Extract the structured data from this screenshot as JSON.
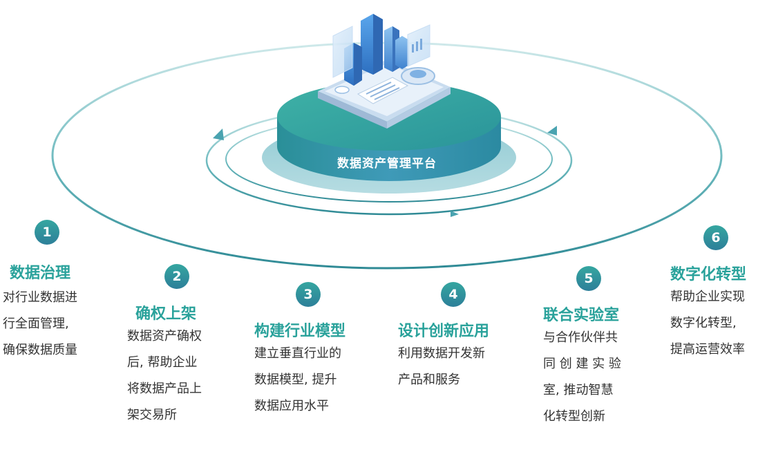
{
  "center": {
    "label": "数据资产管理平台"
  },
  "steps": [
    {
      "number": "1",
      "title": "数据治理",
      "lines": [
        "对行业数据进",
        "行全面管理,",
        "确保数据质量"
      ]
    },
    {
      "number": "2",
      "title": "确权上架",
      "lines": [
        "数据资产确权",
        "后, 帮助企业",
        "将数据产品上",
        "架交易所"
      ]
    },
    {
      "number": "3",
      "title": "构建行业模型",
      "lines": [
        "建立垂直行业的",
        "数据模型, 提升",
        "数据应用水平"
      ]
    },
    {
      "number": "4",
      "title": "设计创新应用",
      "lines": [
        "利用数据开发新",
        "产品和服务"
      ]
    },
    {
      "number": "5",
      "title": "联合实验室",
      "lines": [
        "与合作伙伴共",
        "同 创 建 实 验",
        "室, 推动智慧",
        "化转型创新"
      ]
    },
    {
      "number": "6",
      "title": "数字化转型",
      "lines": [
        "帮助企业实现",
        "数字化转型,",
        "提高运营效率"
      ]
    }
  ],
  "colors": {
    "accent": "#2aa29b",
    "ring": "#5fb3bc",
    "platform_top": "#2fa7a0",
    "platform_side": "#4fa4b6",
    "building": "#3a88d6"
  }
}
